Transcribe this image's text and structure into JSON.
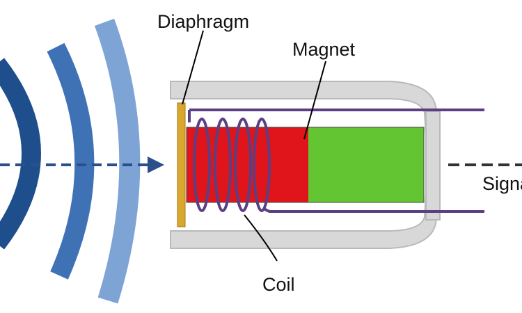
{
  "labels": {
    "diaphragm": "Diaphragm",
    "magnet": "Magnet",
    "coil": "Coil",
    "signal": "Signal"
  },
  "colors": {
    "wave_dark": "#1f4e8c",
    "wave_mid": "#3f72b5",
    "wave_light": "#7ea4d6",
    "arrow": "#2b4f8a",
    "diaphragm": "#d9a62e",
    "magnet_red": "#e0151b",
    "magnet_green": "#64c533",
    "coil": "#5b3f82",
    "housing": "#d8d8d8",
    "housing_edge": "#b9b9b9"
  },
  "icons": {
    "sound_waves": "sound-waves-icon",
    "arrow": "arrow-right-icon"
  }
}
